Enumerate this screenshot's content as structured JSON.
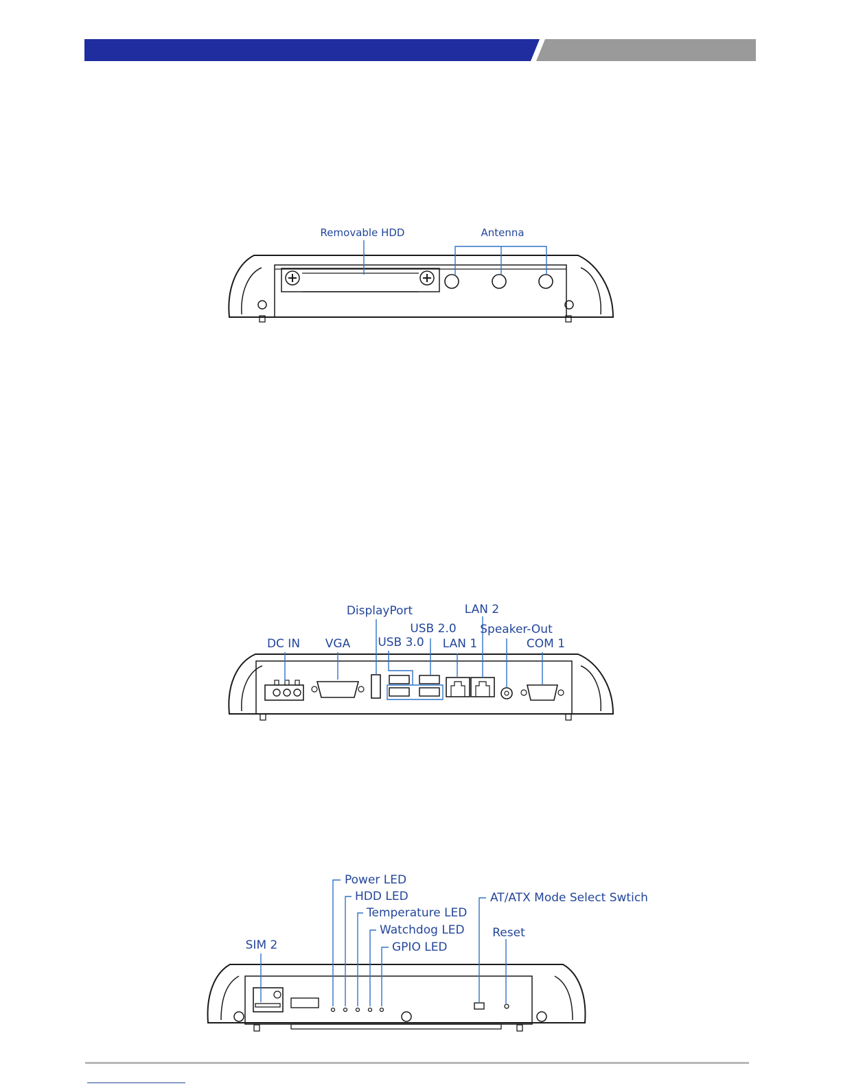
{
  "colors": {
    "header_blue": "#1f2d9e",
    "header_gray": "#9a9a9a",
    "label_blue": "#23469a",
    "leader_blue": "#2f73c9"
  },
  "top_view": {
    "labels": {
      "removable_hdd": "Removable HDD",
      "antenna": "Antenna"
    }
  },
  "rear_view": {
    "labels": {
      "dc_in": "DC IN",
      "vga": "VGA",
      "displayport": "DisplayPort",
      "usb30": "USB 3.0",
      "usb20": "USB 2.0",
      "lan1": "LAN 1",
      "lan2": "LAN 2",
      "speaker_out": "Speaker-Out",
      "com1": "COM 1"
    }
  },
  "front_view": {
    "labels": {
      "sim2": "SIM 2",
      "power_led": "Power LED",
      "hdd_led": "HDD LED",
      "temperature_led": "Temperature LED",
      "watchdog_led": "Watchdog LED",
      "gpio_led": "GPIO LED",
      "at_atx_switch": "AT/ATX Mode Select Swtich",
      "reset": "Reset"
    }
  }
}
